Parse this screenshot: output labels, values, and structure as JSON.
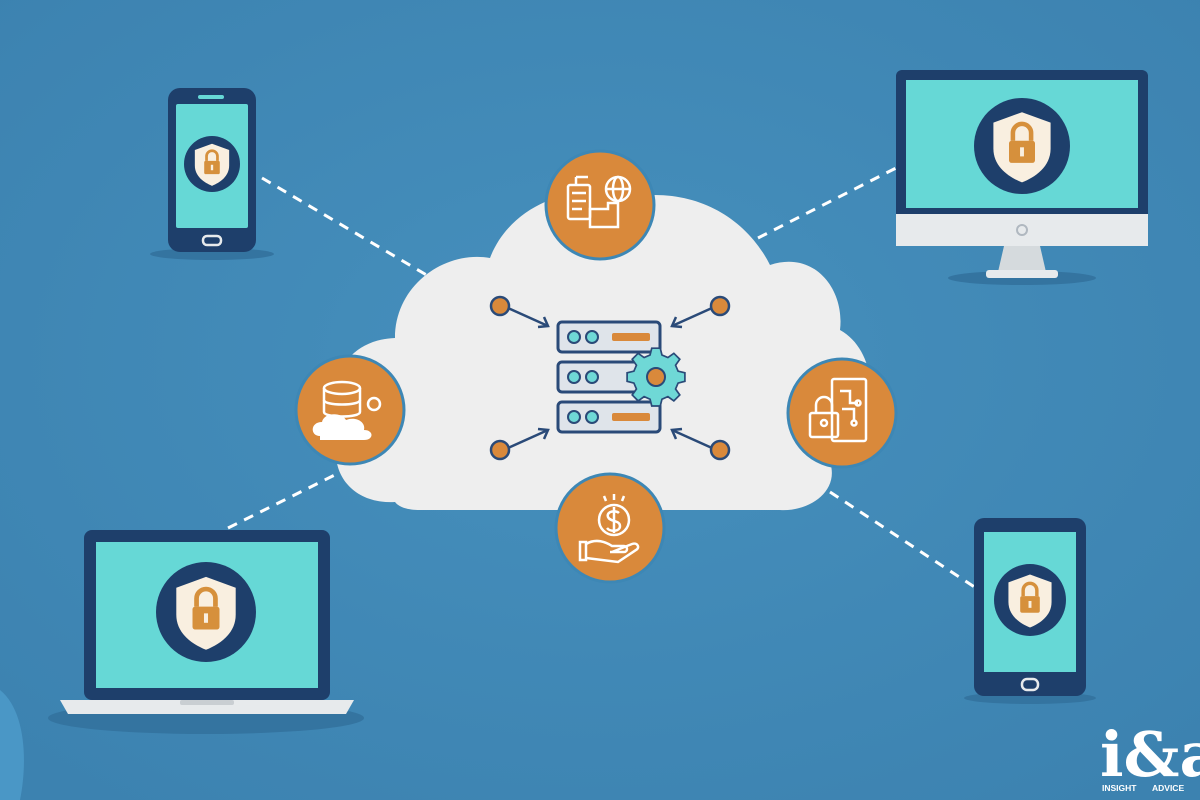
{
  "colors": {
    "background": "#3d87b5",
    "background_shade": "#3a80ad",
    "navy": "#1e3f6b",
    "screen_teal": "#66d8d6",
    "shield_cream": "#f9efe0",
    "lock_orange": "#d6903c",
    "badge_orange": "#d9893b",
    "cloud": "#eeeeee",
    "device_silver": "#e7eaec",
    "dashed_line": "#ffffff"
  },
  "diagram": {
    "center": {
      "icon": "server-rack-gear-icon"
    },
    "satellite_icons": [
      "online-payment-globe-icon",
      "cloud-database-icon",
      "locked-document-circuit-icon",
      "money-hand-icon"
    ],
    "devices": [
      "smartphone-shield",
      "desktop-monitor-shield",
      "laptop-shield",
      "tablet-shield"
    ]
  },
  "logo": {
    "mark": "i&a",
    "caption_insight": "INSIGHT",
    "caption_advice": "ADVICE"
  }
}
